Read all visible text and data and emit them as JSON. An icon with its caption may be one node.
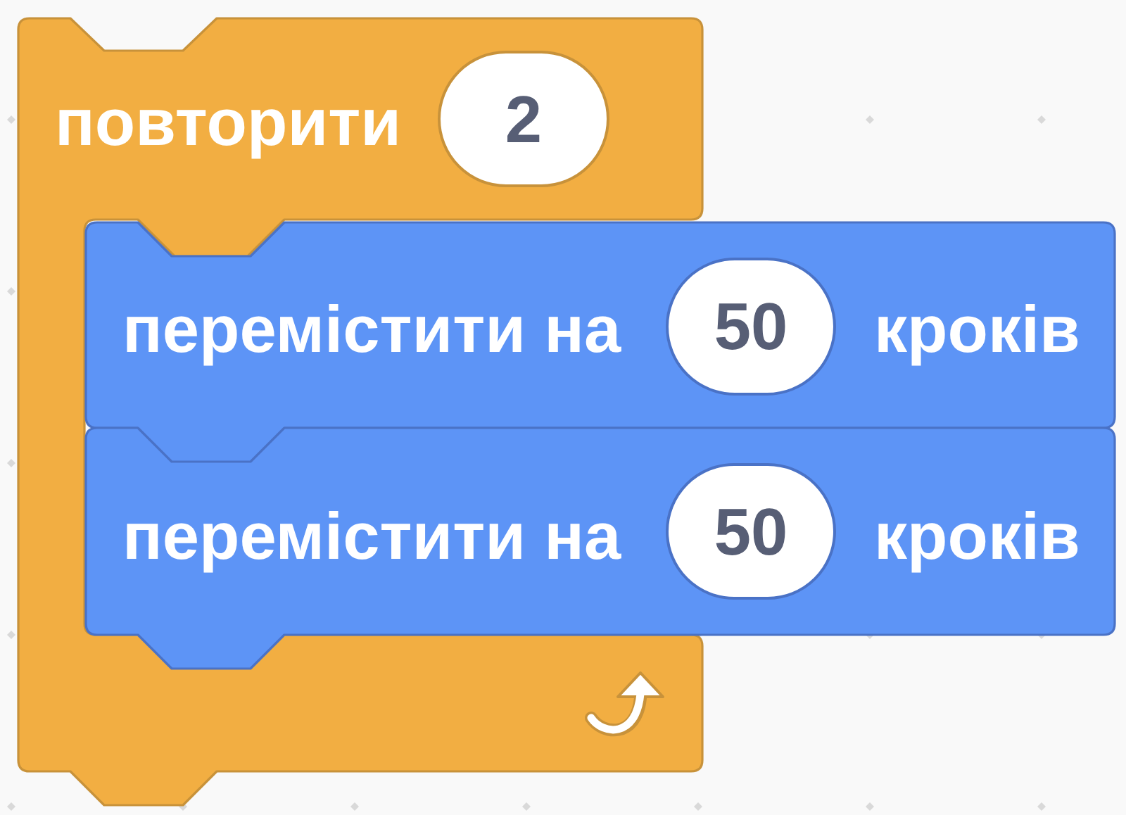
{
  "diagram": {
    "nodes": [
      {
        "text": [
          "повторити"
        ]
      },
      {
        "text": [
          "2"
        ],
        "in": 0
      },
      {
        "text": [
          "перемістити на",
          "кроків"
        ]
      },
      {
        "text": [
          "50"
        ],
        "in": 2
      },
      {
        "text": [
          "перемістити на",
          "кроків"
        ]
      },
      {
        "text": [
          "50"
        ],
        "in": 4
      }
    ]
  }
}
